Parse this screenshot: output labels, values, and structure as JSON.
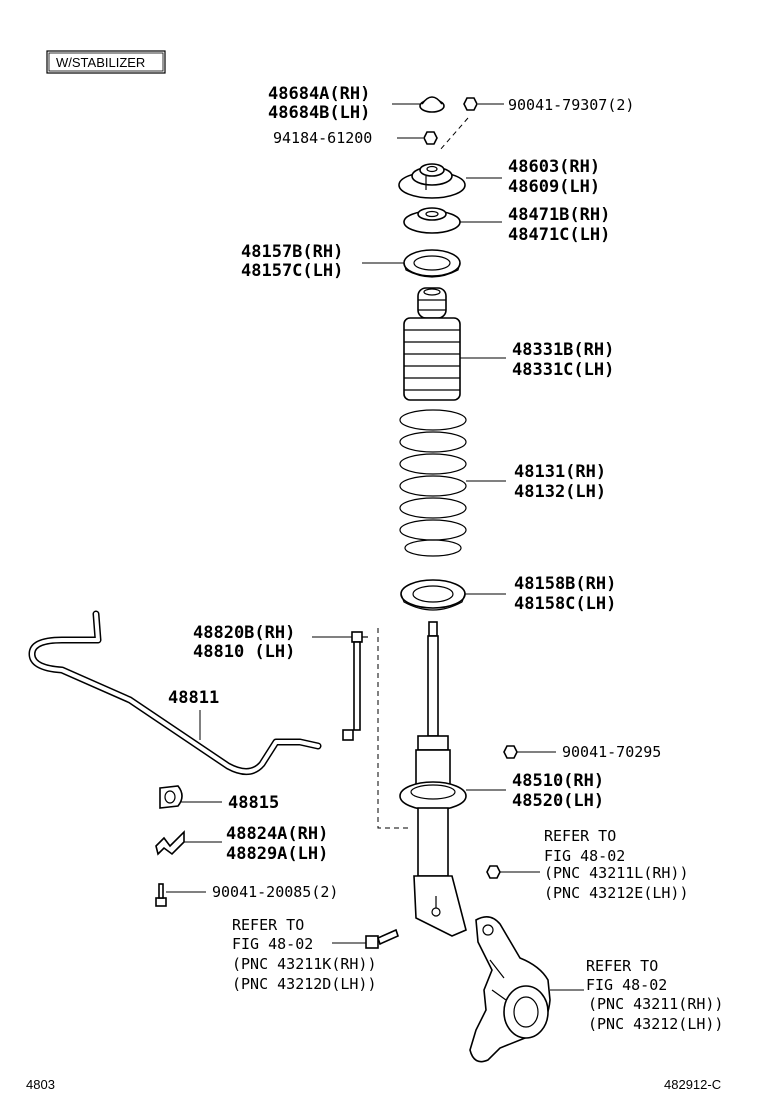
{
  "stabilizer_tag": "W/STABILIZER",
  "page_code": "4803",
  "figure_id": "482912-C",
  "parts": {
    "p48684": [
      "48684A(RH)",
      "48684B(LH)"
    ],
    "p90041_79307": "90041-79307(2)",
    "p94184": "94184-61200",
    "p48603": [
      "48603(RH)",
      "48609(LH)"
    ],
    "p48471": [
      "48471B(RH)",
      "48471C(LH)"
    ],
    "p48157": [
      "48157B(RH)",
      "48157C(LH)"
    ],
    "p48331": [
      "48331B(RH)",
      "48331C(LH)"
    ],
    "p48131": [
      "48131(RH)",
      "48132(LH)"
    ],
    "p48158": [
      "48158B(RH)",
      "48158C(LH)"
    ],
    "p48820": [
      "48820B(RH)",
      "48810 (LH)"
    ],
    "p48811": "48811",
    "p90041_70295": "90041-70295",
    "p48510": [
      "48510(RH)",
      "48520(LH)"
    ],
    "p48815": "48815",
    "p48824": [
      "48824A(RH)",
      "48829A(LH)"
    ],
    "p90041_20085": "90041-20085(2)"
  },
  "refs": {
    "nut": [
      "REFER TO",
      "FIG 48-02",
      "(PNC 43211L(RH))",
      "(PNC 43212E(LH))"
    ],
    "bolt": [
      "REFER TO",
      "FIG 48-02",
      "(PNC 43211K(RH))",
      "(PNC 43212D(LH))"
    ],
    "knuckle": [
      "REFER TO",
      "FIG 48-02",
      "(PNC 43211(RH))",
      "(PNC 43212(LH))"
    ]
  }
}
